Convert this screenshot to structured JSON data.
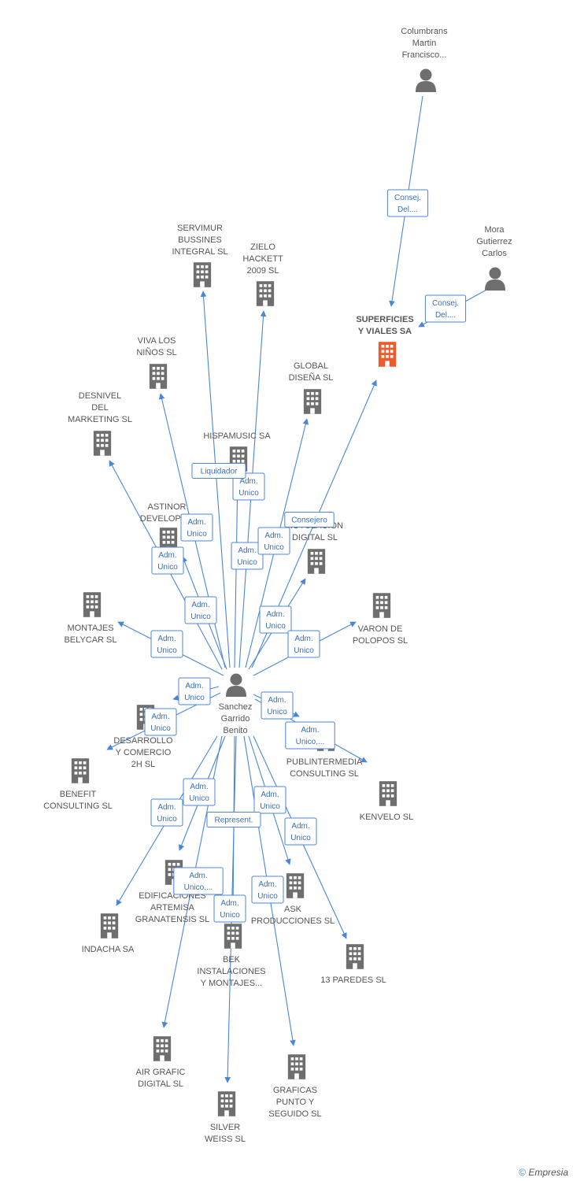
{
  "colors": {
    "edge": "#4a86d8",
    "building": "#6e6e6e",
    "focus": "#ef5a2c",
    "person": "#6e6e6e",
    "label_text": "#555555",
    "edge_label_text": "#3a6fb5"
  },
  "nodes": [
    {
      "id": "columbrans",
      "type": "person",
      "icon": "person-icon",
      "lines": [
        "Columbrans",
        "Martin",
        "Francisco..."
      ]
    },
    {
      "id": "mora",
      "type": "person",
      "icon": "person-icon",
      "lines": [
        "Mora",
        "Gutierrez",
        "Carlos"
      ]
    },
    {
      "id": "sanchez",
      "type": "person",
      "icon": "person-icon",
      "lines": [
        "Sanchez",
        "Garrido",
        "Benito"
      ]
    },
    {
      "id": "superficies",
      "type": "focus",
      "icon": "building-icon",
      "lines": [
        "SUPERFICIES",
        "Y VIALES SA"
      ]
    },
    {
      "id": "servimur",
      "type": "company",
      "icon": "building-icon",
      "lines": [
        "SERVIMUR",
        "BUSSINES",
        "INTEGRAL SL"
      ]
    },
    {
      "id": "zielo",
      "type": "company",
      "icon": "building-icon",
      "lines": [
        "ZIELO",
        "HACKETT",
        "2009 SL"
      ]
    },
    {
      "id": "viva",
      "type": "company",
      "icon": "building-icon",
      "lines": [
        "VIVA LOS",
        "NIÑOS SL"
      ]
    },
    {
      "id": "global",
      "type": "company",
      "icon": "building-icon",
      "lines": [
        "GLOBAL",
        "DISEÑA SL"
      ]
    },
    {
      "id": "desnivel",
      "type": "company",
      "icon": "building-icon",
      "lines": [
        "DESNIVEL",
        "DEL",
        "MARKETING SL"
      ]
    },
    {
      "id": "hispamusic",
      "type": "company",
      "icon": "building-icon",
      "lines": [
        "HISPAMUSIC SA"
      ]
    },
    {
      "id": "astinor",
      "type": "company",
      "icon": "building-icon",
      "lines": [
        "ASTINOR",
        "DEVELOPS..."
      ]
    },
    {
      "id": "rotulacion",
      "type": "company",
      "icon": "building-icon",
      "lines": [
        "ROTULACION",
        "DIGITAL SL"
      ]
    },
    {
      "id": "montajes",
      "type": "company",
      "icon": "building-icon",
      "lines": [
        "MONTAJES",
        "BELYCAR SL"
      ]
    },
    {
      "id": "varon",
      "type": "company",
      "icon": "building-icon",
      "lines": [
        "VARON DE",
        "POLOPOS SL"
      ]
    },
    {
      "id": "desarrollo",
      "type": "company",
      "icon": "building-icon",
      "lines": [
        "DESARROLLO",
        "Y COMERCIO",
        "2H SL"
      ]
    },
    {
      "id": "benefit",
      "type": "company",
      "icon": "building-icon",
      "lines": [
        "BENEFIT",
        "CONSULTING SL"
      ]
    },
    {
      "id": "publintermedia",
      "type": "company",
      "icon": "building-icon",
      "lines": [
        "PUBLINTERMEDIA",
        "CONSULTING SL"
      ]
    },
    {
      "id": "kenvelo",
      "type": "company",
      "icon": "building-icon",
      "lines": [
        "KENVELO SL"
      ]
    },
    {
      "id": "edificaciones",
      "type": "company",
      "icon": "building-icon",
      "lines": [
        "EDIFICACIONES",
        "ARTEMISA",
        "GRANATENSIS SL"
      ]
    },
    {
      "id": "ask",
      "type": "company",
      "icon": "building-icon",
      "lines": [
        "ASK",
        "PRODUCCIONES SL"
      ]
    },
    {
      "id": "indacha",
      "type": "company",
      "icon": "building-icon",
      "lines": [
        "INDACHA SA"
      ]
    },
    {
      "id": "bek",
      "type": "company",
      "icon": "building-icon",
      "lines": [
        "BEK",
        "INSTALACIONES",
        "Y MONTAJES..."
      ]
    },
    {
      "id": "paredes",
      "type": "company",
      "icon": "building-icon",
      "lines": [
        "13 PAREDES SL"
      ]
    },
    {
      "id": "airgrafic",
      "type": "company",
      "icon": "building-icon",
      "lines": [
        "AIR GRAFIC",
        "DIGITAL SL"
      ]
    },
    {
      "id": "graficas",
      "type": "company",
      "icon": "building-icon",
      "lines": [
        "GRAFICAS",
        "PUNTO Y",
        "SEGUIDO SL"
      ]
    },
    {
      "id": "silver",
      "type": "company",
      "icon": "building-icon",
      "lines": [
        "SILVER",
        "WEISS SL"
      ]
    }
  ],
  "edges": [
    {
      "from": "columbrans",
      "to": "superficies",
      "label": [
        "Consej.",
        "Del...."
      ]
    },
    {
      "from": "mora",
      "to": "superficies",
      "label": [
        "Consej.",
        "Del...."
      ]
    },
    {
      "from": "sanchez",
      "to": "superficies",
      "label": [
        "Consejero"
      ]
    },
    {
      "from": "sanchez",
      "to": "servimur",
      "label": [
        "Adm.",
        "Unico"
      ]
    },
    {
      "from": "sanchez",
      "to": "zielo",
      "label": [
        "Adm.",
        "Unico"
      ]
    },
    {
      "from": "sanchez",
      "to": "viva",
      "label": [
        "Adm.",
        "Unico"
      ]
    },
    {
      "from": "sanchez",
      "to": "global",
      "label": [
        "Adm.",
        "Unico"
      ]
    },
    {
      "from": "sanchez",
      "to": "desnivel",
      "label": [
        "Adm.",
        "Unico"
      ]
    },
    {
      "from": "sanchez",
      "to": "hispamusic",
      "label": [
        "Liquidador"
      ]
    },
    {
      "from": "sanchez",
      "to": "astinor",
      "label": [
        "Adm.",
        "Unico"
      ]
    },
    {
      "from": "sanchez",
      "to": "rotulacion",
      "label": [
        "Adm.",
        "Unico"
      ]
    },
    {
      "from": "sanchez",
      "to": "montajes",
      "label": [
        "Adm.",
        "Unico"
      ]
    },
    {
      "from": "sanchez",
      "to": "varon",
      "label": [
        "Adm.",
        "Unico"
      ]
    },
    {
      "from": "sanchez",
      "to": "desarrollo",
      "label": [
        "Adm.",
        "Unico"
      ]
    },
    {
      "from": "sanchez",
      "to": "benefit",
      "label": [
        "Adm.",
        "Unico"
      ]
    },
    {
      "from": "sanchez",
      "to": "publintermedia",
      "label": [
        "Adm.",
        "Unico"
      ]
    },
    {
      "from": "sanchez",
      "to": "kenvelo",
      "label": [
        "Adm.",
        "Unico,..."
      ]
    },
    {
      "from": "sanchez",
      "to": "edificaciones",
      "label": [
        "Adm.",
        "Unico"
      ]
    },
    {
      "from": "sanchez",
      "to": "ask",
      "label": [
        "Adm.",
        "Unico"
      ]
    },
    {
      "from": "sanchez",
      "to": "indacha",
      "label": [
        "Adm.",
        "Unico"
      ]
    },
    {
      "from": "sanchez",
      "to": "bek",
      "label": [
        "Represent."
      ]
    },
    {
      "from": "sanchez",
      "to": "paredes",
      "label": [
        "Adm.",
        "Unico"
      ]
    },
    {
      "from": "sanchez",
      "to": "airgrafic",
      "label": [
        "Adm.",
        "Unico,..."
      ]
    },
    {
      "from": "sanchez",
      "to": "graficas",
      "label": [
        "Adm.",
        "Unico"
      ]
    },
    {
      "from": "sanchez",
      "to": "silver",
      "label": [
        "Adm.",
        "Unico"
      ]
    }
  ],
  "footer": {
    "copyright": "©",
    "brand": "Empresia"
  }
}
